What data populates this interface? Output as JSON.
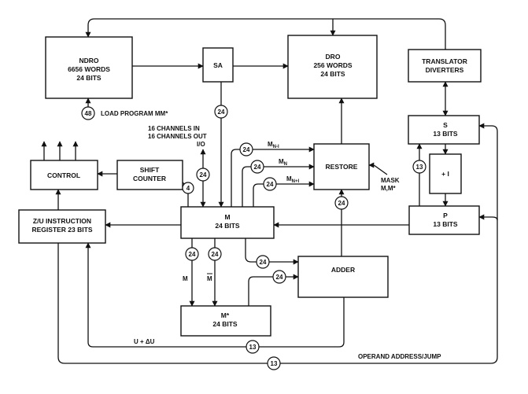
{
  "blocks": {
    "ndro": {
      "line1": "NDRO",
      "line2": "6656 WORDS",
      "line3": "24 BITS"
    },
    "sa": {
      "line1": "SA"
    },
    "dro": {
      "line1": "DRO",
      "line2": "256 WORDS",
      "line3": "24 BITS"
    },
    "translator": {
      "line1": "TRANSLATOR",
      "line2": "DIVERTERS"
    },
    "s": {
      "line1": "S",
      "line2": "13 BITS"
    },
    "plus_one": {
      "line1": "+ I"
    },
    "p": {
      "line1": "P",
      "line2": "13 BITS"
    },
    "control": {
      "line1": "CONTROL"
    },
    "shift_counter": {
      "line1": "SHIFT",
      "line2": "COUNTER"
    },
    "restore": {
      "line1": "RESTORE"
    },
    "instruction_register": {
      "line1": "Z/U  INSTRUCTION",
      "line2": "REGISTER  23 BITS"
    },
    "m": {
      "line1": "M",
      "line2": "24 BITS"
    },
    "adder": {
      "line1": "ADDER"
    },
    "m_star": {
      "line1": "M*",
      "line2": "24 BITS"
    }
  },
  "labels": {
    "load_program": "LOAD PROGRAM  MM*",
    "channels_in": "16 CHANNELS IN",
    "channels_out": "16 CHANNELS OUT",
    "io": "I/O",
    "m_n_minus_1": "MN-I",
    "m_n": "MN",
    "m_n_plus_1": "MN+I",
    "mask_line1": "MASK",
    "mask_line2": "M,M*",
    "m_path": "M",
    "m_bar_path": "M",
    "u_delta_u": "U + ΔU",
    "operand_address": "OPERAND  ADDRESS/JUMP"
  },
  "bus_widths": {
    "load_program": "48",
    "sa_to_m": "24",
    "io": "24",
    "shift": "4",
    "m_n_minus_1": "24",
    "m_n": "24",
    "m_n_plus_1": "24",
    "s_to_p": "13",
    "adder_to_restore": "24",
    "m_to_mstar_1": "24",
    "m_to_mstar_2": "24",
    "m_to_adder": "24",
    "mstar_to_adder": "24",
    "u_delta_u": "13",
    "operand_address": "13"
  }
}
